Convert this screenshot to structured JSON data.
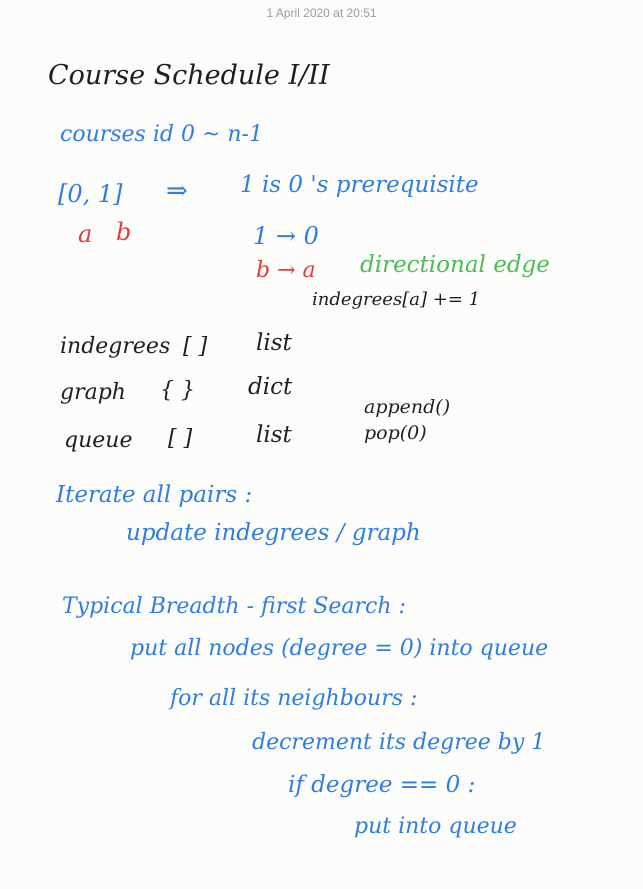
{
  "meta": {
    "timestamp": "1 April 2020 at 20:51"
  },
  "colors": {
    "ink_black": "#1f1f1f",
    "ink_blue": "#2f7de1",
    "ink_red": "#e23d3d",
    "ink_green": "#4cbd52",
    "paper": "#fcfcfb"
  },
  "note": {
    "title": "Course Schedule I/II",
    "line_courses": "courses id   0 ~ n-1",
    "pair": "[0, 1]",
    "implies": "⇒",
    "prereq_text": "1 is 0 's prerequisite",
    "label_a": "a",
    "label_b": "b",
    "edge_10": "1 → 0",
    "edge_ba": "b → a",
    "directional": "directional  edge",
    "indegree_inc": "indegrees[a] += 1",
    "ds_rows": [
      {
        "name": "indegrees",
        "symbol": "[ ]",
        "type": "list"
      },
      {
        "name": "graph",
        "symbol": "{ }",
        "type": "dict"
      },
      {
        "name": "queue",
        "symbol": "[ ]",
        "type": "list"
      }
    ],
    "append": "append()",
    "pop": "pop(0)",
    "iterate": "Iterate  all  pairs :",
    "update": "update  indegrees / graph",
    "bfs_title": "Typical  Breadth - first  Search :",
    "bfs_steps": [
      "put  all  nodes (degree = 0)  into  queue",
      "for  all  its  neighbours :",
      "decrement  its  degree  by  1",
      "if  degree == 0 :",
      "put  into  queue"
    ]
  }
}
